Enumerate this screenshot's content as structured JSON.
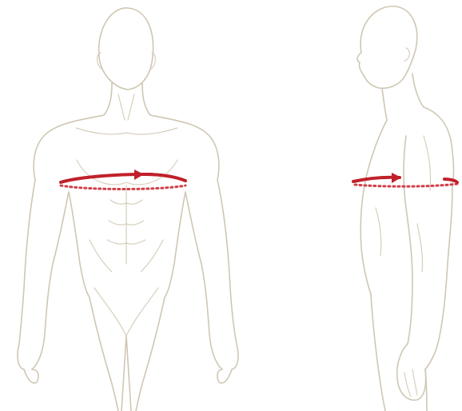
{
  "figure": {
    "views": [
      {
        "name": "front",
        "measurement": "chest"
      },
      {
        "name": "side",
        "measurement": "chest"
      }
    ],
    "colors": {
      "background": "#ffffff",
      "outline": "#cfc7b3",
      "tape": "#c0202a"
    }
  }
}
